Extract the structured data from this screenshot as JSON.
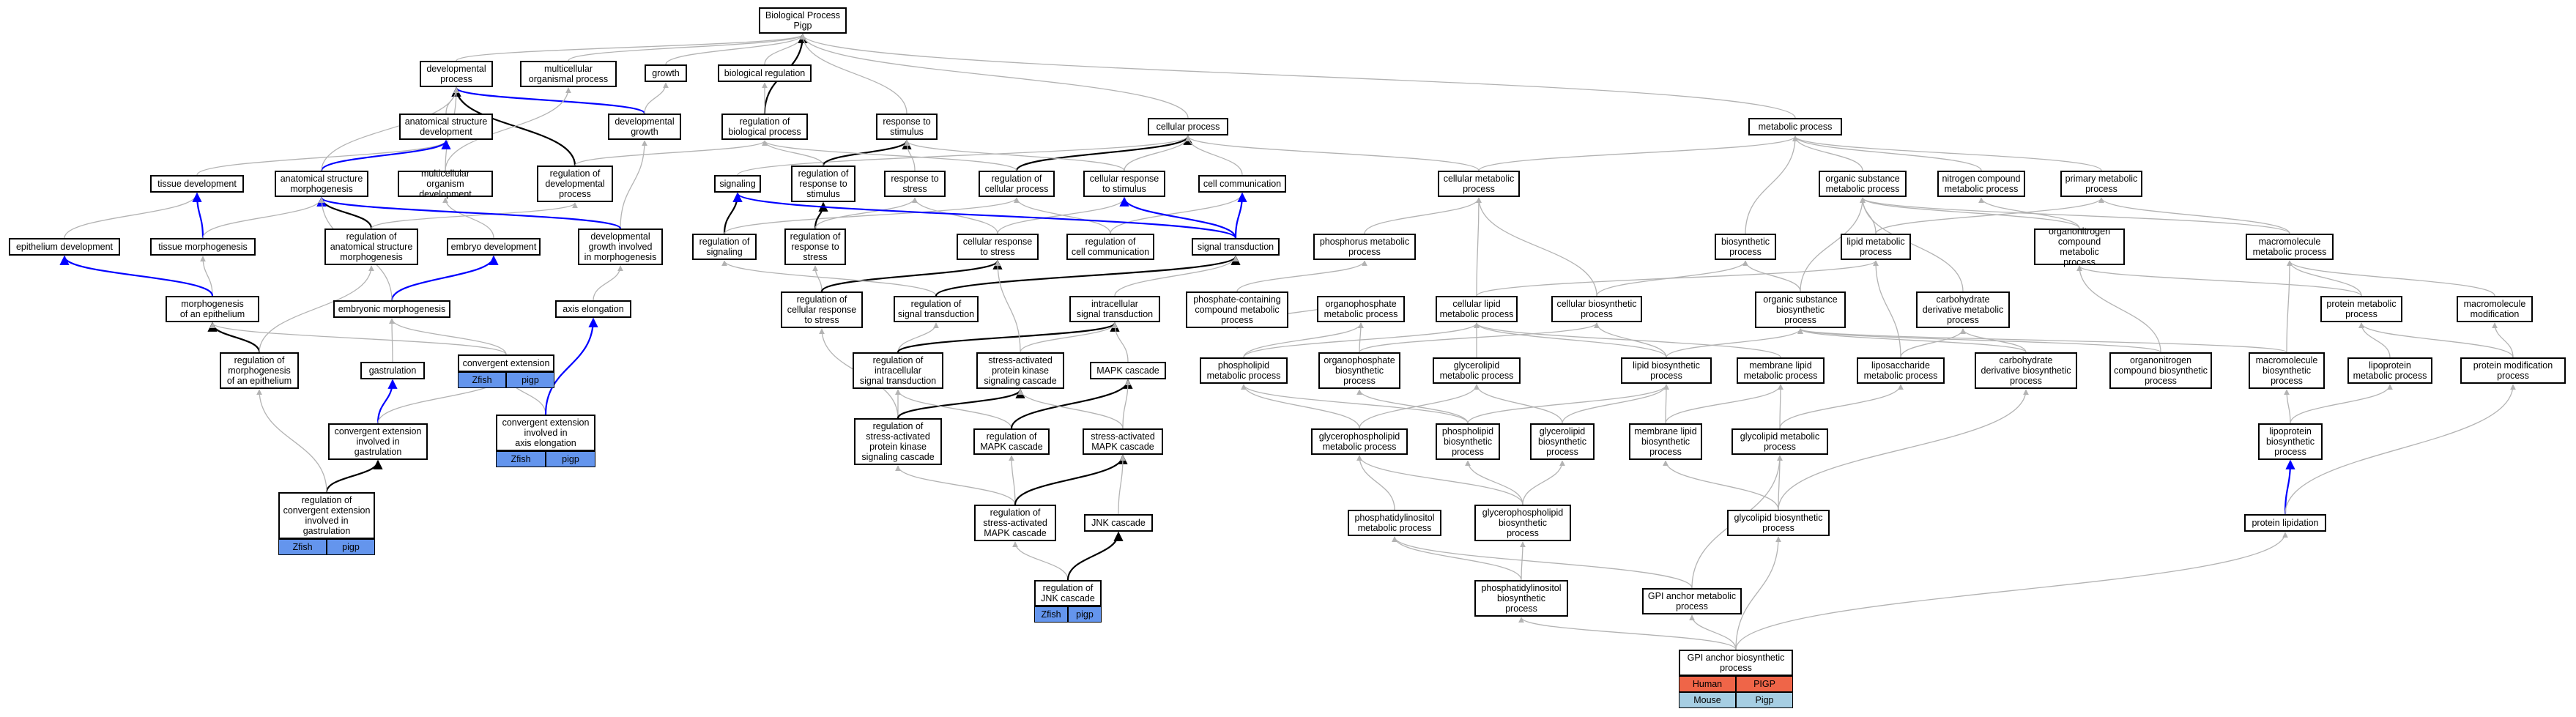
{
  "colors": {
    "background": "#ffffff",
    "edge_gray": "#b3b3b3",
    "edge_black": "#000000",
    "edge_blue": "#0000ff",
    "zfish": "#6495ed",
    "human": "#ef6548",
    "mouse": "#a6cee3"
  },
  "nodes": {
    "root": "Biological Process\nPigp",
    "devproc": "developmental\nprocess",
    "multorg": "multicellular\norganismal process",
    "growth": "growth",
    "bioreg": "biological regulation",
    "asdev": "anatomical structure\ndevelopment",
    "devgrowth": "developmental\ngrowth",
    "regbio": "regulation of\nbiological process",
    "resp": "response to\nstimulus",
    "cellproc": "cellular process",
    "metab": "metabolic process",
    "tissdev": "tissue development",
    "asmorph": "anatomical structure\nmorphogenesis",
    "multorgdev": "multicellular\norganism development",
    "regdev": "regulation of\ndevelopmental\nprocess",
    "signaling": "signaling",
    "regresp": "regulation of\nresponse to\nstimulus",
    "respstress": "response to\nstress",
    "regcell": "regulation of\ncellular process",
    "cellresp": "cellular response\nto stimulus",
    "cellcomm": "cell communication",
    "cellmet": "cellular metabolic\nprocess",
    "orgsub": "organic substance\nmetabolic process",
    "nitro": "nitrogen compound\nmetabolic process",
    "primary": "primary metabolic\nprocess",
    "epidev": "epithelium development",
    "tissmorph": "tissue morphogenesis",
    "regasmorph": "regulation of\nanatomical structure\nmorphogenesis",
    "embdev": "embryo development",
    "devgrowthmorph": "developmental\ngrowth involved\nin morphogenesis",
    "regsig": "regulation of\nsignaling",
    "regrespstress": "regulation of\nresponse to\nstress",
    "cellrespstress": "cellular response\nto stress",
    "regcellcomm": "regulation of\ncell communication",
    "sigtrans": "signal transduction",
    "phosmet": "phosphorus metabolic\nprocess",
    "biosyn": "biosynthetic\nprocess",
    "lipidmet": "lipid metabolic\nprocess",
    "orgnitro": "organonitrogen\ncompound metabolic\nprocess",
    "macromet": "macromolecule\nmetabolic process",
    "morphepi": "morphogenesis\nof an epithelium",
    "embmorph": "embryonic morphogenesis",
    "axiselong": "axis elongation",
    "regcellstress": "regulation of\ncellular response\nto stress",
    "regsigtrans": "regulation of\nsignal transduction",
    "intrasig": "intracellular\nsignal transduction",
    "phoscont": "phosphate-containing\ncompound metabolic\nprocess",
    "orgphos": "organophosphate\nmetabolic process",
    "celllipid": "cellular lipid\nmetabolic process",
    "cellbiosyn": "cellular biosynthetic\nprocess",
    "orgsubbio": "organic substance\nbiosynthetic\nprocess",
    "carbder": "carbohydrate\nderivative metabolic\nprocess",
    "protmet": "protein metabolic\nprocess",
    "macromod": "macromolecule\nmodification",
    "regmorphepi": "regulation of\nmorphogenesis\nof an epithelium",
    "gastrulation": "gastrulation",
    "convext": "convergent extension",
    "convextaxis": "convergent extension\ninvolved in\naxis elongation",
    "regintra": "regulation of\nintracellular\nsignal transduction",
    "stressmapk": "stress-activated\nprotein kinase\nsignaling cascade",
    "mapk": "MAPK cascade",
    "phospholipid": "phospholipid\nmetabolic process",
    "orgphosbio": "organophosphate\nbiosynthetic\nprocess",
    "glycerolipid": "glycerolipid\nmetabolic process",
    "lipidbio": "lipid biosynthetic\nprocess",
    "memlipid": "membrane lipid\nmetabolic process",
    "liposacch": "liposaccharide\nmetabolic process",
    "carbderbio": "carbohydrate\nderivative biosynthetic\nprocess",
    "orgnitrobio": "organonitrogen\ncompound biosynthetic\nprocess",
    "macrobio": "macromolecule\nbiosynthetic\nprocess",
    "lipoprotmet": "lipoprotein\nmetabolic process",
    "protmod": "protein modification\nprocess",
    "convextgast": "convergent extension\ninvolved in\ngastrulation",
    "regstressmapk": "regulation of\nstress-activated\nprotein kinase\nsignaling cascade",
    "regmapk": "regulation of\nMAPK cascade",
    "stressmapk2": "stress-activated\nMAPK cascade",
    "glycerophos": "glycerophospholipid\nmetabolic process",
    "phospholipidbio": "phospholipid\nbiosynthetic\nprocess",
    "glycerolipidbio": "glycerolipid\nbiosynthetic\nprocess",
    "memlipidbio": "membrane lipid\nbiosynthetic\nprocess",
    "glycolipid": "glycolipid metabolic\nprocess",
    "lipoprotbio": "lipoprotein\nbiosynthetic\nprocess",
    "regconvext": "regulation of\nconvergent extension\ninvolved in\ngastrulation",
    "regstressmapk2": "regulation of\nstress-activated\nMAPK cascade",
    "jnk": "JNK cascade",
    "phosinos": "phosphatidylinositol\nmetabolic process",
    "glycerophosbio": "glycerophospholipid\nbiosynthetic\nprocess",
    "glycolipidbio": "glycolipid biosynthetic\nprocess",
    "protlipid": "protein lipidation",
    "regjnk": "regulation of\nJNK cascade",
    "phosinosbio": "phosphatidylinositol\nbiosynthetic\nprocess",
    "gpimet": "GPI anchor metabolic\nprocess",
    "gpibio": "GPI anchor biosynthetic\nprocess"
  },
  "annotations": {
    "convext": [
      [
        "Zfish",
        "pigp"
      ]
    ],
    "convextaxis": [
      [
        "Zfish",
        "pigp"
      ]
    ],
    "regconvext": [
      [
        "Zfish",
        "pigp"
      ]
    ],
    "regjnk": [
      [
        "Zfish",
        "pigp"
      ]
    ],
    "gpibio": [
      [
        "Human",
        "PIGP"
      ],
      [
        "Mouse",
        "Pigp"
      ]
    ]
  }
}
